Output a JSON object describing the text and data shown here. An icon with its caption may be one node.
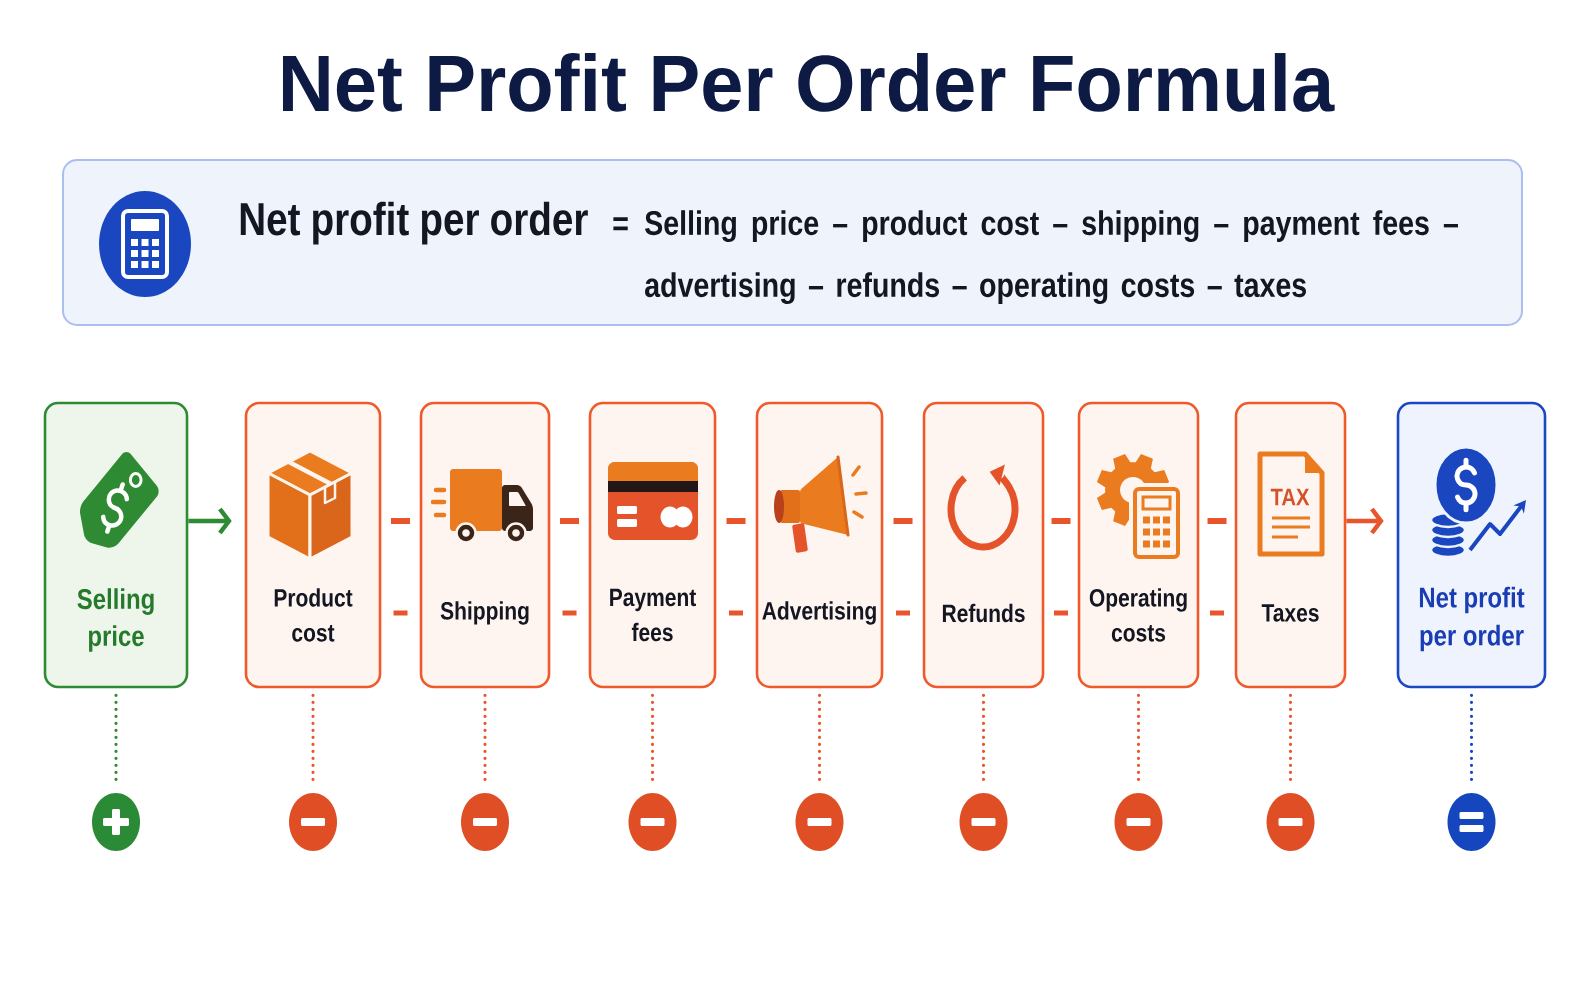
{
  "diagram": {
    "title": "Net Profit Per Order Formula",
    "nodes": [
      {
        "text": [
          "Net profit per order",
          "=",
          "Selling price – product cost – shipping – payment fees – advertising – refunds – operating costs – taxes"
        ]
      },
      {
        "text": [
          "Selling price"
        ]
      },
      {
        "text": [
          "Product cost"
        ]
      },
      {
        "text": [
          "Shipping"
        ]
      },
      {
        "text": [
          "Payment fees"
        ]
      },
      {
        "text": [
          "Advertising"
        ]
      },
      {
        "text": [
          "Refunds"
        ]
      },
      {
        "text": [
          "Operating costs"
        ]
      },
      {
        "text": [
          "Taxes"
        ]
      },
      {
        "text": [
          "Net profit per order"
        ]
      },
      {
        "text": [],
        "shape": "circle"
      },
      {
        "text": [],
        "shape": "circle"
      },
      {
        "text": [],
        "shape": "circle"
      },
      {
        "text": [],
        "shape": "circle"
      },
      {
        "text": [],
        "shape": "circle"
      },
      {
        "text": [],
        "shape": "circle"
      },
      {
        "text": [],
        "shape": "circle"
      },
      {
        "text": [],
        "shape": "circle"
      },
      {
        "text": [],
        "shape": "circle"
      }
    ],
    "edges": [
      {
        "from": 1,
        "to": 2,
        "arrow": "to",
        "color": "#2e8b34"
      },
      {
        "from": 2,
        "to": 3,
        "arrow": "none"
      },
      {
        "from": 2,
        "to": 3,
        "arrow": "none"
      },
      {
        "from": 3,
        "to": 4,
        "arrow": "none"
      },
      {
        "from": 3,
        "to": 4,
        "arrow": "none"
      },
      {
        "from": 4,
        "to": 5,
        "arrow": "none"
      },
      {
        "from": 4,
        "to": 5,
        "arrow": "none"
      },
      {
        "from": 5,
        "to": 6,
        "arrow": "none"
      },
      {
        "from": 5,
        "to": 6,
        "arrow": "none"
      },
      {
        "from": 6,
        "to": 7,
        "arrow": "none"
      },
      {
        "from": 6,
        "to": 7,
        "arrow": "none"
      },
      {
        "from": 7,
        "to": 8,
        "arrow": "none"
      },
      {
        "from": 7,
        "to": 8,
        "arrow": "none"
      },
      {
        "from": 8,
        "to": 9,
        "arrow": "to"
      },
      {
        "from": 1,
        "to": 10,
        "arrow": "none",
        "style": "dashed",
        "color": "#2e8b34"
      },
      {
        "from": 2,
        "to": 11,
        "arrow": "none",
        "style": "dashed"
      },
      {
        "from": 3,
        "to": 12,
        "arrow": "none",
        "style": "dashed"
      },
      {
        "from": 4,
        "to": 13,
        "arrow": "none",
        "style": "dashed"
      },
      {
        "from": 5,
        "to": 14,
        "arrow": "none",
        "style": "dashed"
      },
      {
        "from": 6,
        "to": 15,
        "arrow": "none",
        "style": "dashed"
      },
      {
        "from": 7,
        "to": 16,
        "arrow": "none",
        "style": "dashed"
      },
      {
        "from": 8,
        "to": 17,
        "arrow": "none",
        "style": "dashed"
      },
      {
        "from": 9,
        "to": 18,
        "arrow": "none",
        "style": "dashed",
        "color": "#1a45bf"
      }
    ],
    "labels": [
      "TAX"
    ]
  }
}
